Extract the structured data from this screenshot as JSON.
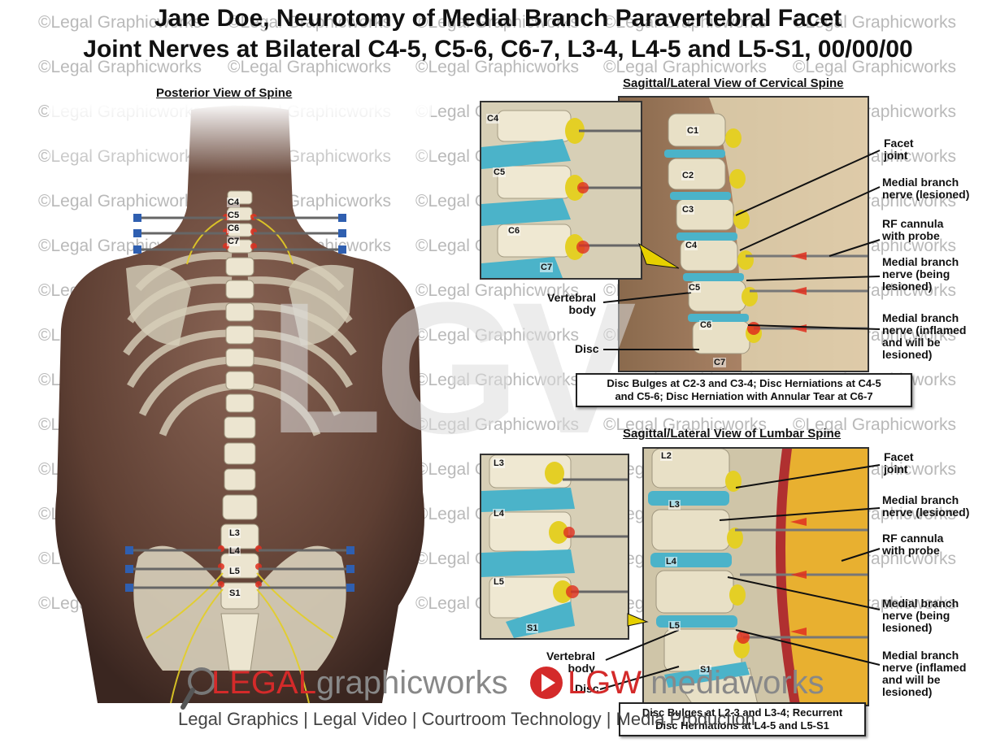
{
  "title": {
    "line1": "Jane Doe, Neurotomy of Medial Branch Paravertebral Facet",
    "line2": "Joint Nerves at Bilateral C4-5, C5-6, C6-7, L3-4, L4-5 and L5-S1, 00/00/00"
  },
  "watermark": "©Legal Graphicworks",
  "posterior": {
    "heading": "Posterior View of Spine",
    "vertebrae": [
      "C4",
      "C5",
      "C6",
      "C7",
      "L3",
      "L4",
      "L5",
      "S1"
    ]
  },
  "cervical": {
    "heading": "Sagittal/Lateral View of Cervical Spine",
    "inset_levels": [
      "C4",
      "C5",
      "C6",
      "C7"
    ],
    "main_levels": [
      "C1",
      "C2",
      "C3",
      "C4",
      "C5",
      "C6",
      "C7"
    ],
    "labels": {
      "facet": "Facet\njoint",
      "mb_lesioned": "Medial branch\nnerve (lesioned)",
      "rf": "RF cannula\nwith probe",
      "mb_being": "Medial branch\nnerve (being\nlesioned)",
      "mb_inflamed": "Medial branch\nnerve (inflamed\nand will be\nlesioned)",
      "vertebral_body": "Vertebral\nbody",
      "disc": "Disc"
    },
    "caption_line1": "Disc Bulges at C2-3 and C3-4; Disc Herniations at C4-5",
    "caption_line2": "and C5-6; Disc Herniation with Annular Tear at C6-7"
  },
  "lumbar": {
    "heading": "Sagittal/Lateral View of Lumbar Spine",
    "inset_levels": [
      "L3",
      "L4",
      "L5",
      "S1"
    ],
    "main_levels": [
      "L2",
      "L3",
      "L4",
      "L5",
      "S1"
    ],
    "labels": {
      "facet": "Facet\njoint",
      "mb_lesioned": "Medial branch\nnerve (lesioned)",
      "rf": "RF cannula\nwith probe",
      "mb_being": "Medial branch\nnerve (being\nlesioned)",
      "mb_inflamed": "Medial branch\nnerve (inflamed\nand will be\nlesioned)",
      "vertebral_body": "Vertebral\nbody",
      "disc": "Disc"
    },
    "caption_line1": "Disc Bulges at L2-3 and L3-4; Recurrent",
    "caption_line2": "Disc Herniations at L4-5 and L5-S1"
  },
  "branding": {
    "lgv_mark": "LGV",
    "legal": "LEGAL",
    "graphicworks": "graphicworks",
    "lgw": "LGW",
    "mediaworks": "mediaworks",
    "tagline": "Legal Graphics | Legal Video | Courtroom Technology | Media Production"
  },
  "colors": {
    "skin": "#6b4a3c",
    "bone": "#e6dfc8",
    "disc": "#4bb3c9",
    "nerve": "#e4cf25",
    "lesion": "#e03020",
    "brand_red": "#d42a2a",
    "brand_gray": "#8a8a8a"
  }
}
